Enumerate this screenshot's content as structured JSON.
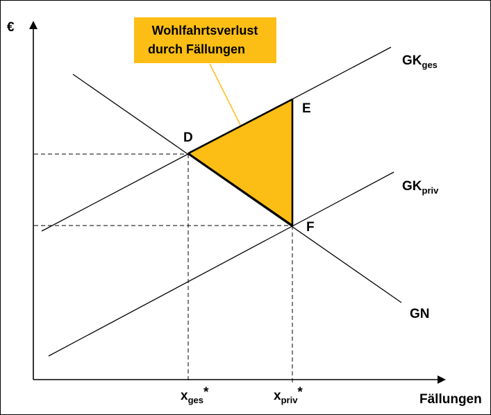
{
  "axes": {
    "y_label": "€",
    "x_label": "Fällungen"
  },
  "callout": {
    "line1": "Wohlfahrtsverlust",
    "line2": "durch Fällungen"
  },
  "curves": {
    "gk_ges": {
      "main": "GK",
      "sub": "ges"
    },
    "gk_priv": {
      "main": "GK",
      "sub": "priv"
    },
    "gn": {
      "main": "GN"
    }
  },
  "points": {
    "d": "D",
    "e": "E",
    "f": "F"
  },
  "x_ticks": {
    "ges": {
      "main": "x",
      "sub": "ges",
      "star": "*"
    },
    "priv": {
      "main": "x",
      "sub": "priv",
      "star": "*"
    }
  },
  "colors": {
    "highlight": "#FCBE14",
    "line": "#000000",
    "callout_line": "#FCBE14"
  }
}
